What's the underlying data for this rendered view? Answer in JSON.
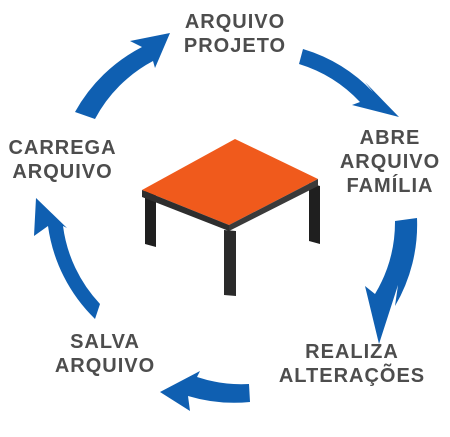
{
  "colors": {
    "arrow": "#0f5fb1",
    "text": "#4d4d4d",
    "tabletop_top": "#f05a1c",
    "tabletop_edge": "#2e2e2e",
    "table_leg": "#1f1f1f"
  },
  "icon": "table-icon",
  "steps": [
    {
      "line1": "ARQUIVO",
      "line2": "PROJETO",
      "line3": ""
    },
    {
      "line1": "ABRE",
      "line2": "ARQUIVO",
      "line3": "FAMÍLIA"
    },
    {
      "line1": "REALIZA",
      "line2": "ALTERAÇÕES",
      "line3": ""
    },
    {
      "line1": "SALVA",
      "line2": "ARQUIVO",
      "line3": ""
    },
    {
      "line1": "CARREGA",
      "line2": "ARQUIVO",
      "line3": ""
    }
  ]
}
